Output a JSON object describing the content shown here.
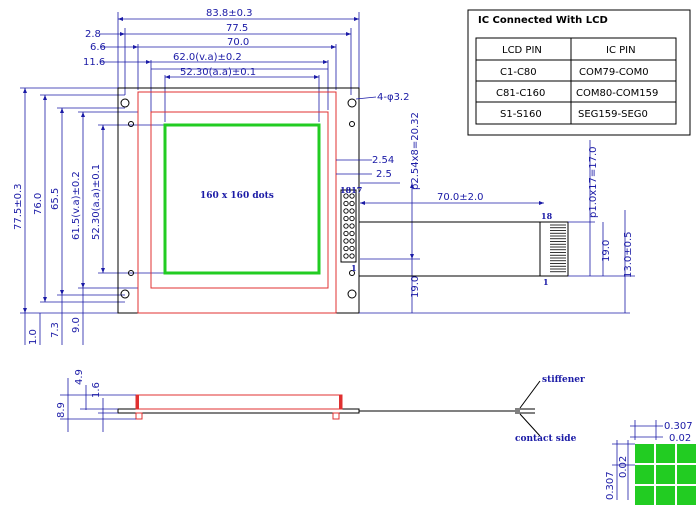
{
  "top_dims": {
    "d838": "83.8±0.3",
    "d28": "2.8",
    "d775": "77.5",
    "d66": "6.6",
    "d70": "70.0",
    "d116": "11.6",
    "d620": "62.0(v.a)±0.2",
    "d5230": "52.30(a.a)±0.1"
  },
  "left_dims": {
    "d775v": "77.5±0.3",
    "d760": "76.0",
    "d655": "65.5",
    "d615": "61.5(v.a)±0.2",
    "d5230v": "52.30(a.a)±0.1",
    "d10": "1.0",
    "d73": "7.3",
    "d90": "9.0"
  },
  "right_dims": {
    "hole": "4-φ3.2",
    "d254": "2.54",
    "d25": "2.5",
    "pitch_v": "p2.54x8=20.32",
    "d700": "70.0±2.0",
    "fpc_pitch": "p1.0x17=17.0",
    "d190a": "19.0",
    "d130": "13.0±0.5",
    "d190b": "19.0"
  },
  "display_text": "160 x 160 dots",
  "pin_labels": {
    "p1817": "1817",
    "p18": "18",
    "p1a": "1",
    "p1b": "1"
  },
  "table": {
    "title": "IC Connected With LCD",
    "headers": [
      "LCD PIN",
      "IC PIN"
    ],
    "rows": [
      [
        "C1-C80",
        "COM79-COM0"
      ],
      [
        "C81-C160",
        "COM80-COM159"
      ],
      [
        "S1-S160",
        "SEG159-SEG0"
      ]
    ]
  },
  "side_view": {
    "d49": "4.9",
    "d89": "8.9",
    "d16": "1.6",
    "stiffener": "stiffener",
    "contact_side": "contact side"
  },
  "pixel_detail": {
    "d0307a": "0.307",
    "d002a": "0.02",
    "d0307b": "0.307",
    "d002b": "0.02"
  },
  "colors": {
    "dimension": "#1a1aa6",
    "bezel": "#e03030",
    "active_area": "#22cc22"
  }
}
